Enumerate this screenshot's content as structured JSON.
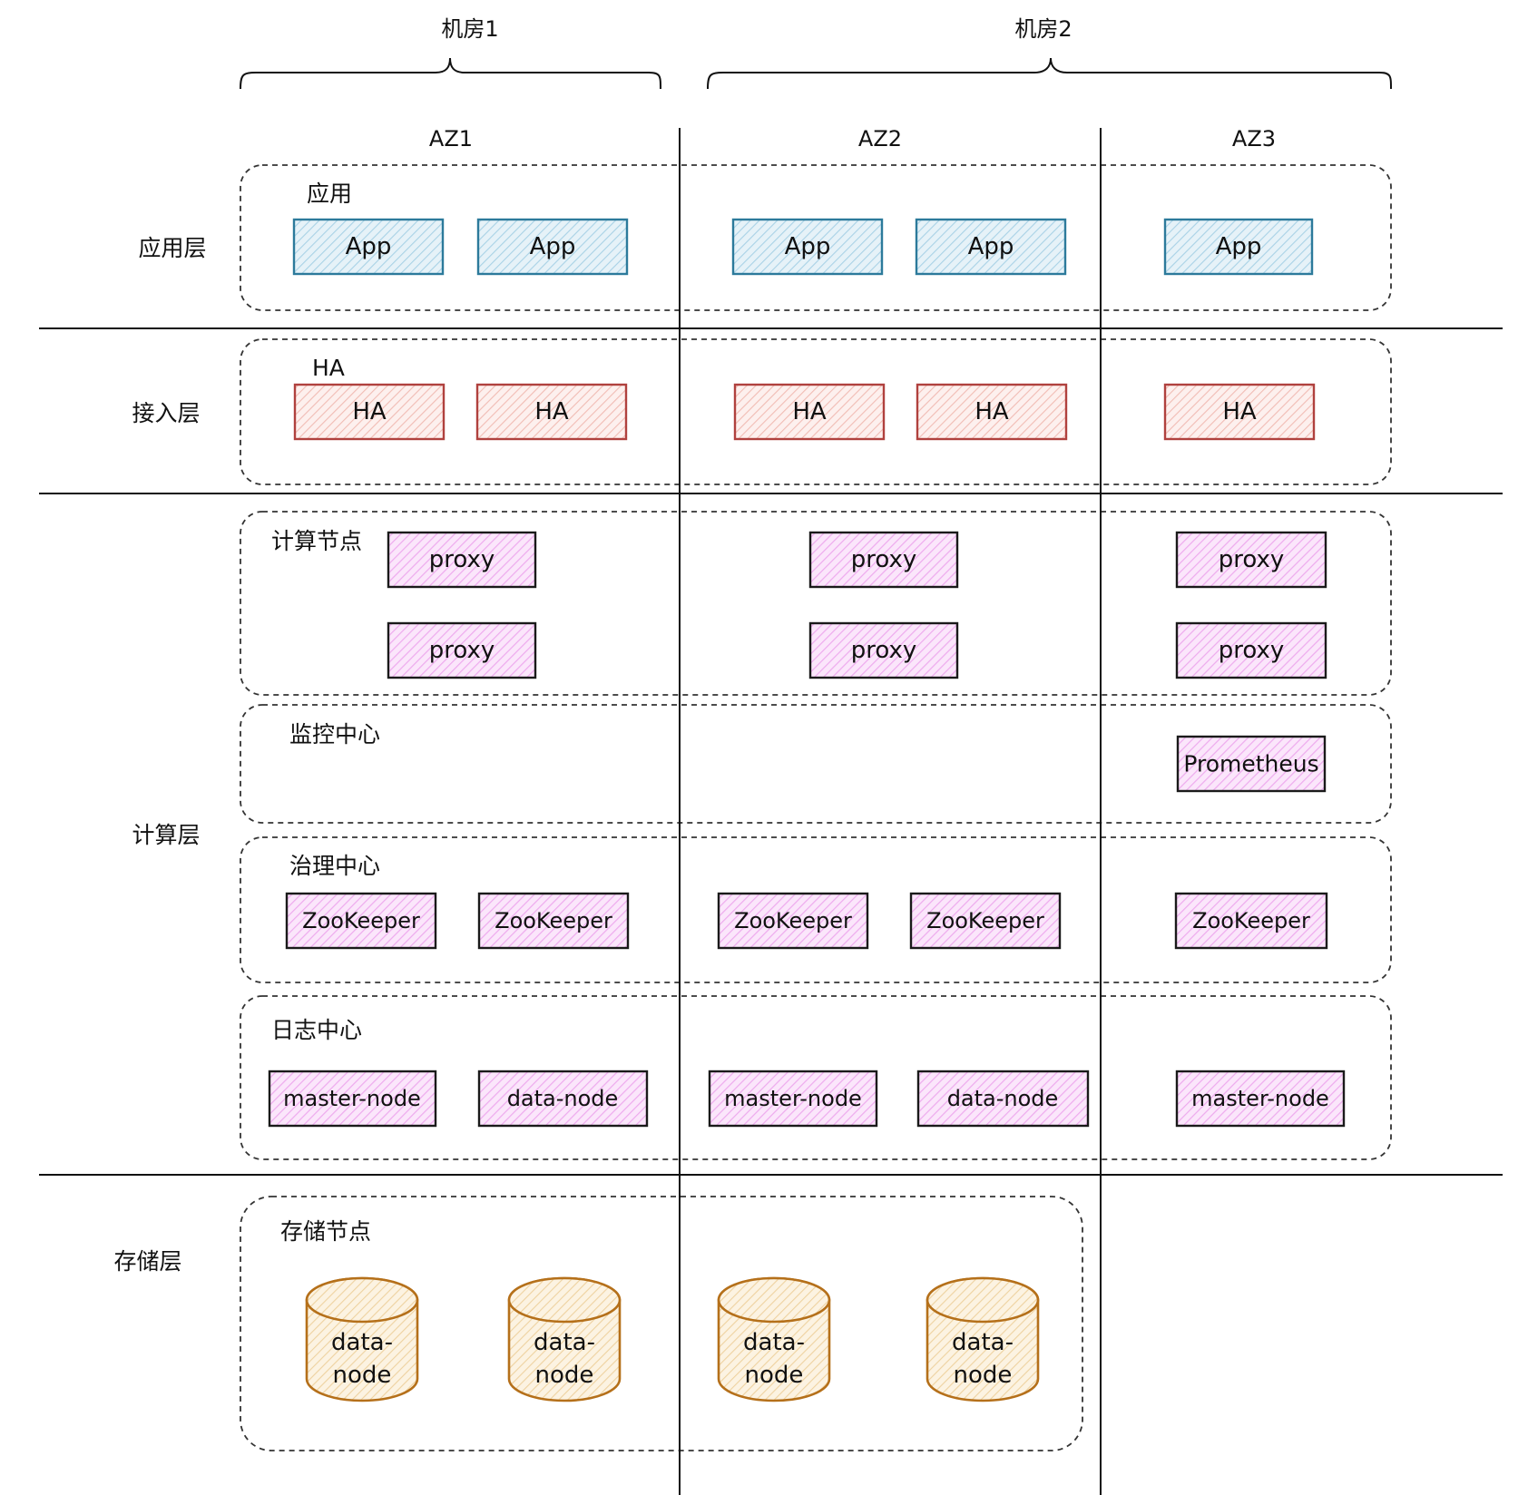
{
  "rooms": [
    {
      "label": "机房1"
    },
    {
      "label": "机房2"
    }
  ],
  "zones": [
    {
      "label": "AZ1"
    },
    {
      "label": "AZ2"
    },
    {
      "label": "AZ3"
    }
  ],
  "layers": [
    {
      "label": "应用层"
    },
    {
      "label": "接入层"
    },
    {
      "label": "计算层"
    },
    {
      "label": "存储层"
    }
  ],
  "groups": {
    "app": "应用",
    "ha": "HA",
    "compute": "计算节点",
    "monitor": "监控中心",
    "govern": "治理中心",
    "log": "日志中心",
    "storage": "存储节点"
  },
  "nodes": {
    "app": [
      "App",
      "App",
      "App",
      "App",
      "App"
    ],
    "ha": [
      "HA",
      "HA",
      "HA",
      "HA",
      "HA"
    ],
    "proxy": [
      "proxy",
      "proxy",
      "proxy",
      "proxy",
      "proxy",
      "proxy"
    ],
    "monitor": [
      "Prometheus"
    ],
    "zookeeper": [
      "ZooKeeper",
      "ZooKeeper",
      "ZooKeeper",
      "ZooKeeper",
      "ZooKeeper"
    ],
    "log": [
      "master-node",
      "data-node",
      "master-node",
      "data-node",
      "master-node"
    ],
    "storage": [
      {
        "line1": "data-",
        "line2": "node"
      },
      {
        "line1": "data-",
        "line2": "node"
      },
      {
        "line1": "data-",
        "line2": "node"
      },
      {
        "line1": "data-",
        "line2": "node"
      }
    ]
  },
  "colors": {
    "app_stroke": "#2c7a9b",
    "app_fill": "#b9dcec",
    "ha_stroke": "#b0413e",
    "ha_fill": "#f6c9c3",
    "compute_stroke": "#1a1a1a",
    "compute_fill": "#f1b6f1",
    "storage_stroke": "#b5701a",
    "storage_fill": "#f3dcaf"
  }
}
